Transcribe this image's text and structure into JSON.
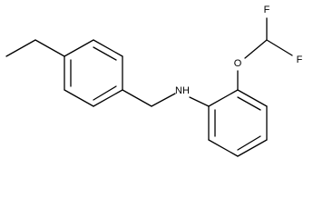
{
  "molecule": {
    "atom_labels": {
      "amine_nitrogen": "NH",
      "ether_oxygen": "O",
      "fluorine_upper": "F",
      "fluorine_right": "F"
    },
    "substituents": [
      "ethyl",
      "difluoromethoxy"
    ],
    "colors": {
      "bond": "#000000",
      "label": "#000000",
      "background": "#ffffff"
    }
  }
}
